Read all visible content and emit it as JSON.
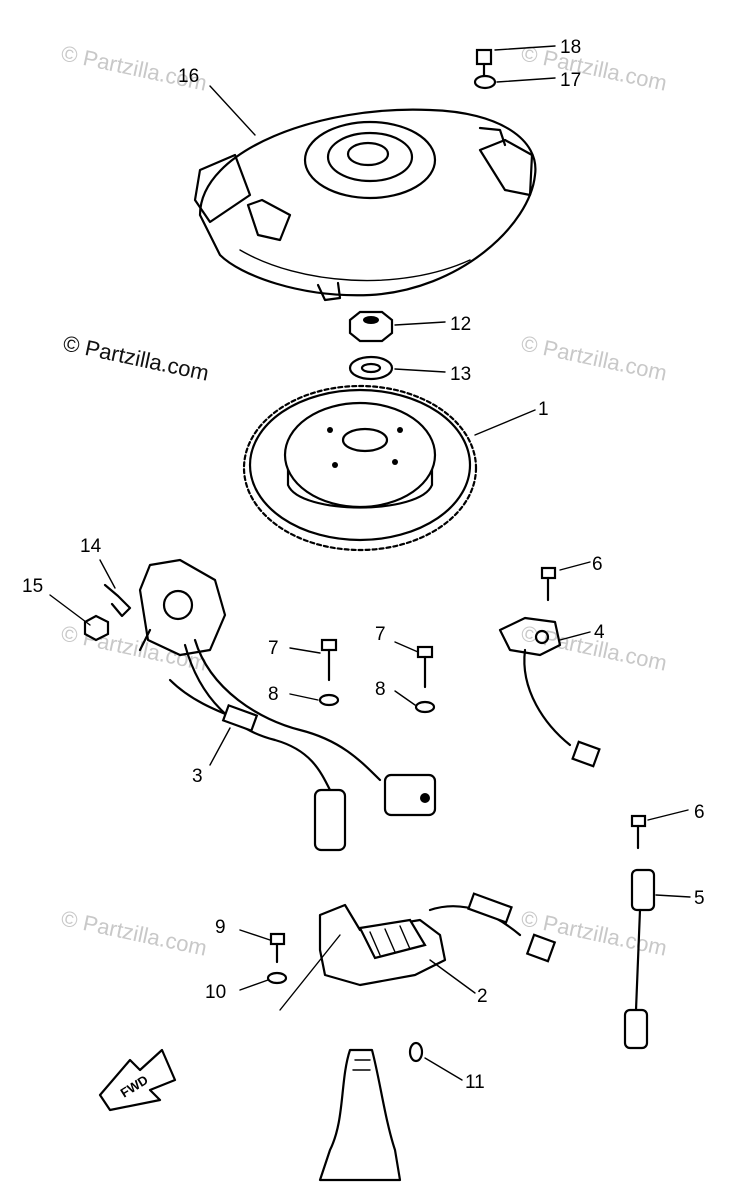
{
  "watermarks": {
    "main": "© Partzilla.com",
    "faint": "© Partzilla.com"
  },
  "fwd_label": "FWD",
  "callouts": [
    {
      "num": "1",
      "part": "flywheel"
    },
    {
      "num": "2",
      "part": "stator-base"
    },
    {
      "num": "3",
      "part": "pulser-coil-assembly"
    },
    {
      "num": "4",
      "part": "pulser-coil"
    },
    {
      "num": "5",
      "part": "connector"
    },
    {
      "num": "6",
      "part": "screw"
    },
    {
      "num": "6",
      "part": "screw"
    },
    {
      "num": "7",
      "part": "screw"
    },
    {
      "num": "7",
      "part": "screw"
    },
    {
      "num": "8",
      "part": "washer"
    },
    {
      "num": "8",
      "part": "washer"
    },
    {
      "num": "9",
      "part": "screw"
    },
    {
      "num": "10",
      "part": "washer"
    },
    {
      "num": "11",
      "part": "o-ring"
    },
    {
      "num": "12",
      "part": "nut"
    },
    {
      "num": "13",
      "part": "washer"
    },
    {
      "num": "14",
      "part": "clamp"
    },
    {
      "num": "15",
      "part": "bolt"
    },
    {
      "num": "16",
      "part": "flywheel-cover"
    },
    {
      "num": "17",
      "part": "washer"
    },
    {
      "num": "18",
      "part": "bolt"
    }
  ],
  "colors": {
    "ink": "#000000",
    "watermark": "#c8c8c8",
    "background": "#ffffff"
  }
}
